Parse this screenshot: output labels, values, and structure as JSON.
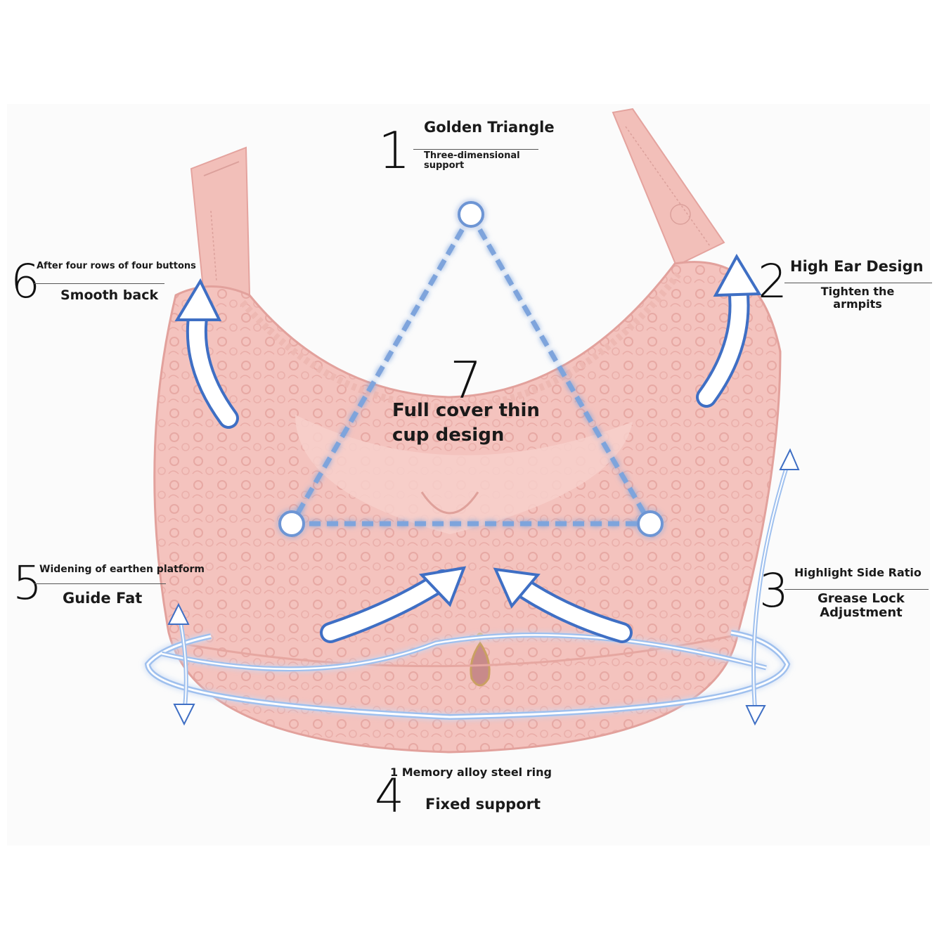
{
  "colors": {
    "fabric": "#f4c3be",
    "fabric_dark": "#e8aaa5",
    "fabric_light": "#f9d6d1",
    "accent_blue": "#3f6fc4",
    "glow_blue": "#9fc0ee",
    "text": "#1a1a1a"
  },
  "annotations": {
    "f1": {
      "number": "1",
      "title": "Golden Triangle",
      "subtitle": "Three-dimensional support"
    },
    "f2": {
      "number": "2",
      "title": "High Ear Design",
      "subtitle": "Tighten the armpits"
    },
    "f3": {
      "number": "3",
      "title": "Highlight Side Ratio",
      "subtitle": "Grease Lock Adjustment"
    },
    "f4": {
      "number": "4",
      "title": "1 Memory alloy steel ring",
      "subtitle": "Fixed support"
    },
    "f5": {
      "number": "5",
      "title": "Widening of earthen platform",
      "subtitle": "Guide Fat"
    },
    "f6": {
      "number": "6",
      "title": "After four rows of four buttons",
      "subtitle": "Smooth back"
    },
    "f7": {
      "number": "7",
      "title_line1": "Full cover thin",
      "title_line2": "cup design"
    }
  }
}
